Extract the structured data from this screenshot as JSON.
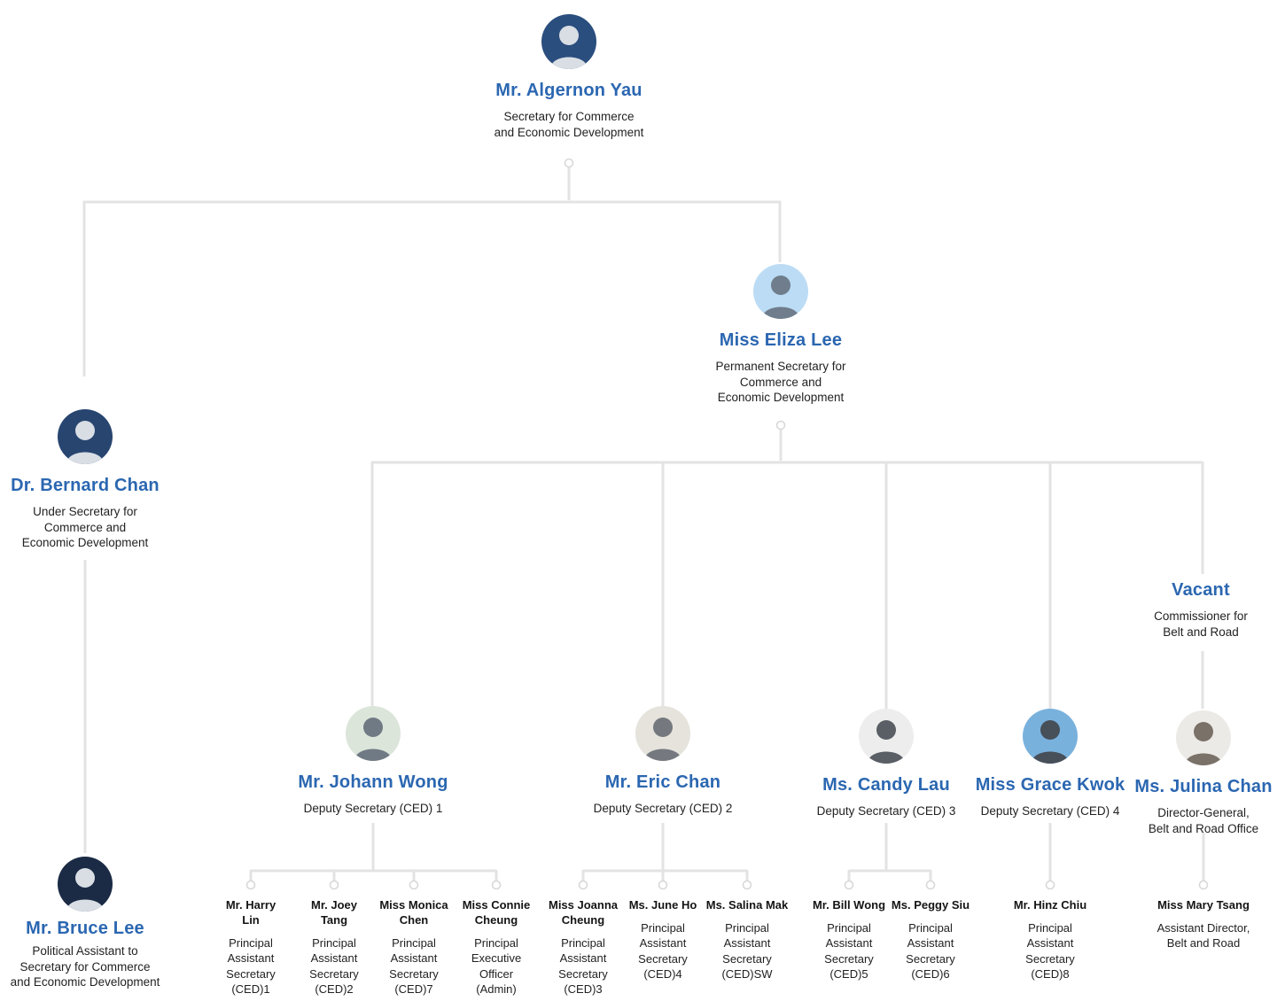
{
  "colors": {
    "name_blue": "#2b67b1",
    "text_dark": "#222222",
    "connector_line": "#e3e3e3",
    "connector_ring": "#d8d8d8",
    "background": "#ffffff"
  },
  "nodes": {
    "yau": {
      "name": "Mr. Algernon Yau",
      "title": "Secretary for Commerce\nand Economic Development",
      "avatar_bg": "#2a4e7e",
      "avatar_fg": "#d9dee5"
    },
    "eliza": {
      "name": "Miss Eliza Lee",
      "title": "Permanent Secretary for\nCommerce and\nEconomic Development",
      "avatar_bg": "#bcdcf5",
      "avatar_fg": "#6f7d8c"
    },
    "bernard": {
      "name": "Dr. Bernard Chan",
      "title": "Under Secretary for\nCommerce and\nEconomic Development",
      "avatar_bg": "#27456f",
      "avatar_fg": "#d9dee5"
    },
    "bruce": {
      "name": "Mr. Bruce Lee",
      "title": "Political Assistant to\nSecretary for Commerce\nand Economic Development",
      "avatar_bg": "#1b2b45",
      "avatar_fg": "#d9dee5"
    },
    "johann": {
      "name": "Mr. Johann Wong",
      "title": "Deputy Secretary (CED) 1",
      "avatar_bg": "#dce5da",
      "avatar_fg": "#707a84"
    },
    "eric": {
      "name": "Mr. Eric Chan",
      "title": "Deputy Secretary (CED) 2",
      "avatar_bg": "#e6e3dd",
      "avatar_fg": "#75797f"
    },
    "candy": {
      "name": "Ms. Candy Lau",
      "title": "Deputy Secretary (CED) 3",
      "avatar_bg": "#ededed",
      "avatar_fg": "#5a5f66"
    },
    "grace": {
      "name": "Miss Grace Kwok",
      "title": "Deputy Secretary (CED) 4",
      "avatar_bg": "#79b1dd",
      "avatar_fg": "#474f58"
    },
    "julina": {
      "name": "Ms. Julina Chan",
      "title": "Director-General,\nBelt and Road Office",
      "avatar_bg": "#eceae6",
      "avatar_fg": "#7a7168"
    },
    "vacant": {
      "name": "Vacant",
      "title": "Commissioner for\nBelt and Road"
    },
    "harry": {
      "name": "Mr. Harry\nLin",
      "desc": "Principal\nAssistant\nSecretary\n(CED)1"
    },
    "joey": {
      "name": "Mr. Joey\nTang",
      "desc": "Principal\nAssistant\nSecretary\n(CED)2"
    },
    "monica": {
      "name": "Miss Monica\nChen",
      "desc": "Principal\nAssistant\nSecretary\n(CED)7"
    },
    "connie": {
      "name": "Miss Connie\nCheung",
      "desc": "Principal\nExecutive\nOfficer\n(Admin)"
    },
    "joanna": {
      "name": "Miss Joanna\nCheung",
      "desc": "Principal\nAssistant\nSecretary\n(CED)3"
    },
    "june": {
      "name": "Ms. June Ho",
      "desc": "Principal\nAssistant\nSecretary\n(CED)4"
    },
    "salina": {
      "name": "Ms. Salina Mak",
      "desc": "Principal\nAssistant\nSecretary\n(CED)SW"
    },
    "bill": {
      "name": "Mr. Bill Wong",
      "desc": "Principal\nAssistant\nSecretary\n(CED)5"
    },
    "peggy": {
      "name": "Ms. Peggy Siu",
      "desc": "Principal\nAssistant\nSecretary\n(CED)6"
    },
    "hinz": {
      "name": "Mr. Hinz Chiu",
      "desc": "Principal\nAssistant\nSecretary\n(CED)8"
    },
    "mary": {
      "name": "Miss Mary Tsang",
      "desc": "Assistant Director,\nBelt and Road"
    }
  }
}
